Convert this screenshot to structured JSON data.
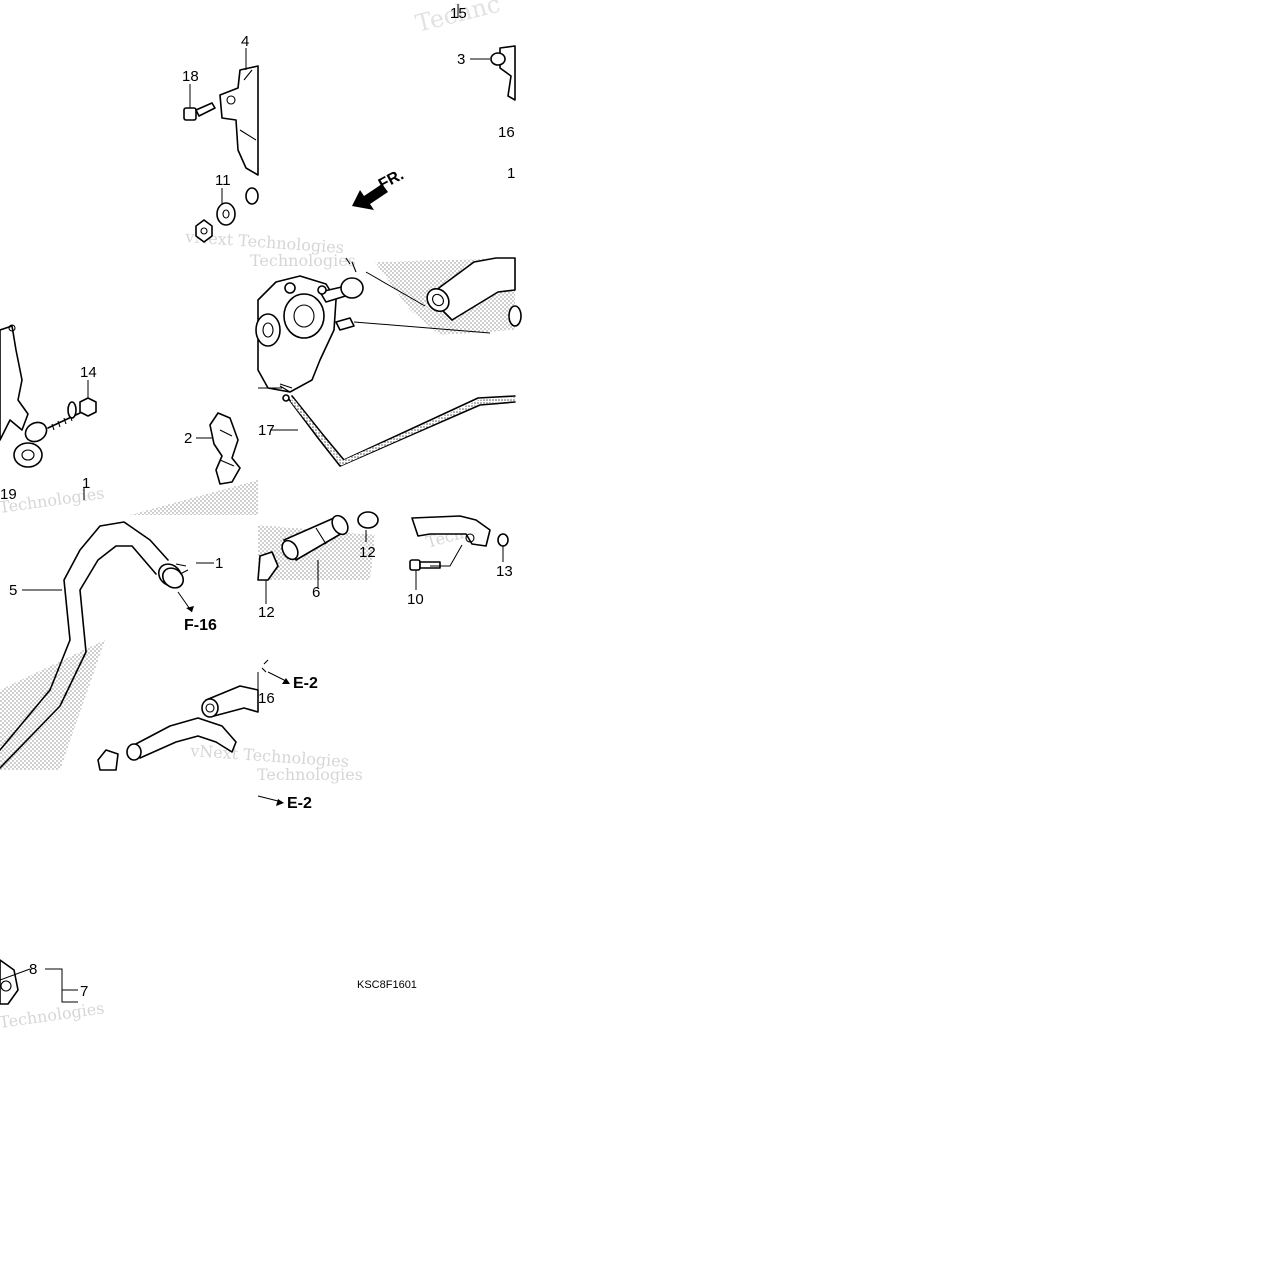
{
  "callouts": {
    "n15": "15",
    "n3": "3",
    "n16a": "16",
    "n4": "4",
    "n18": "18",
    "n11": "11",
    "n1a": "1",
    "n14": "14",
    "n2": "2",
    "n17": "17",
    "n19": "19",
    "n1b": "1",
    "n5": "5",
    "n1c": "1",
    "n12a": "12",
    "n12b": "12",
    "n6": "6",
    "n10": "10",
    "n13": "13",
    "n16b": "16",
    "n8": "8",
    "n7": "7"
  },
  "refs": {
    "front_arrow": "FR.",
    "f16": "F-16",
    "e2_upper": "E-2",
    "e2_lower": "E-2"
  },
  "diagram_code": "KSC8F1601",
  "watermarks": {
    "text_short": "Technologies",
    "text_long": "vNext Technologies",
    "text_fragment": "Technc"
  }
}
